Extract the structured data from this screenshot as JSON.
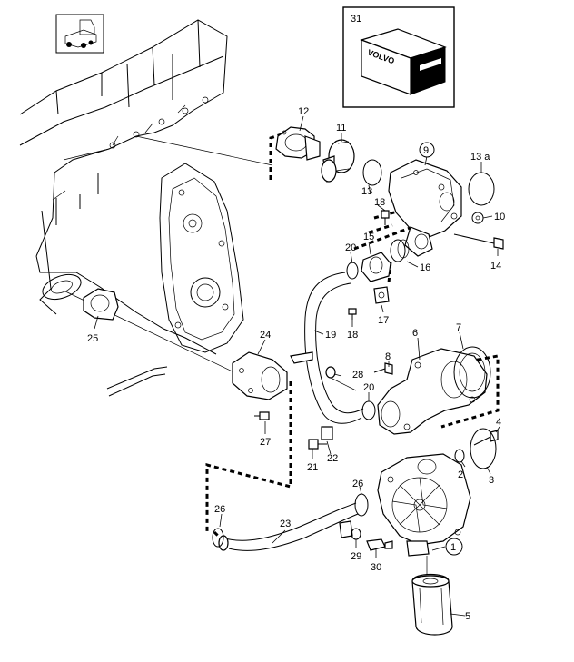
{
  "inset_box_number": "31",
  "box_label": "VOLVO",
  "callouts": {
    "c1": "1",
    "c2": "2",
    "c3": "3",
    "c4": "4",
    "c5": "5",
    "c6": "6",
    "c7": "7",
    "c8": "8",
    "c9": "9",
    "c10": "10",
    "c11": "11",
    "c12": "12",
    "c13": "13",
    "c13a": "13 a",
    "c14": "14",
    "c15": "15",
    "c16": "16",
    "c17": "17",
    "c18a": "18",
    "c18b": "18",
    "c19": "19",
    "c20a": "20",
    "c20b": "20",
    "c21": "21",
    "c22": "22",
    "c23": "23",
    "c24": "24",
    "c25": "25",
    "c26a": "26",
    "c26b": "26",
    "c27": "27",
    "c28": "28",
    "c29": "29",
    "c30": "30"
  }
}
